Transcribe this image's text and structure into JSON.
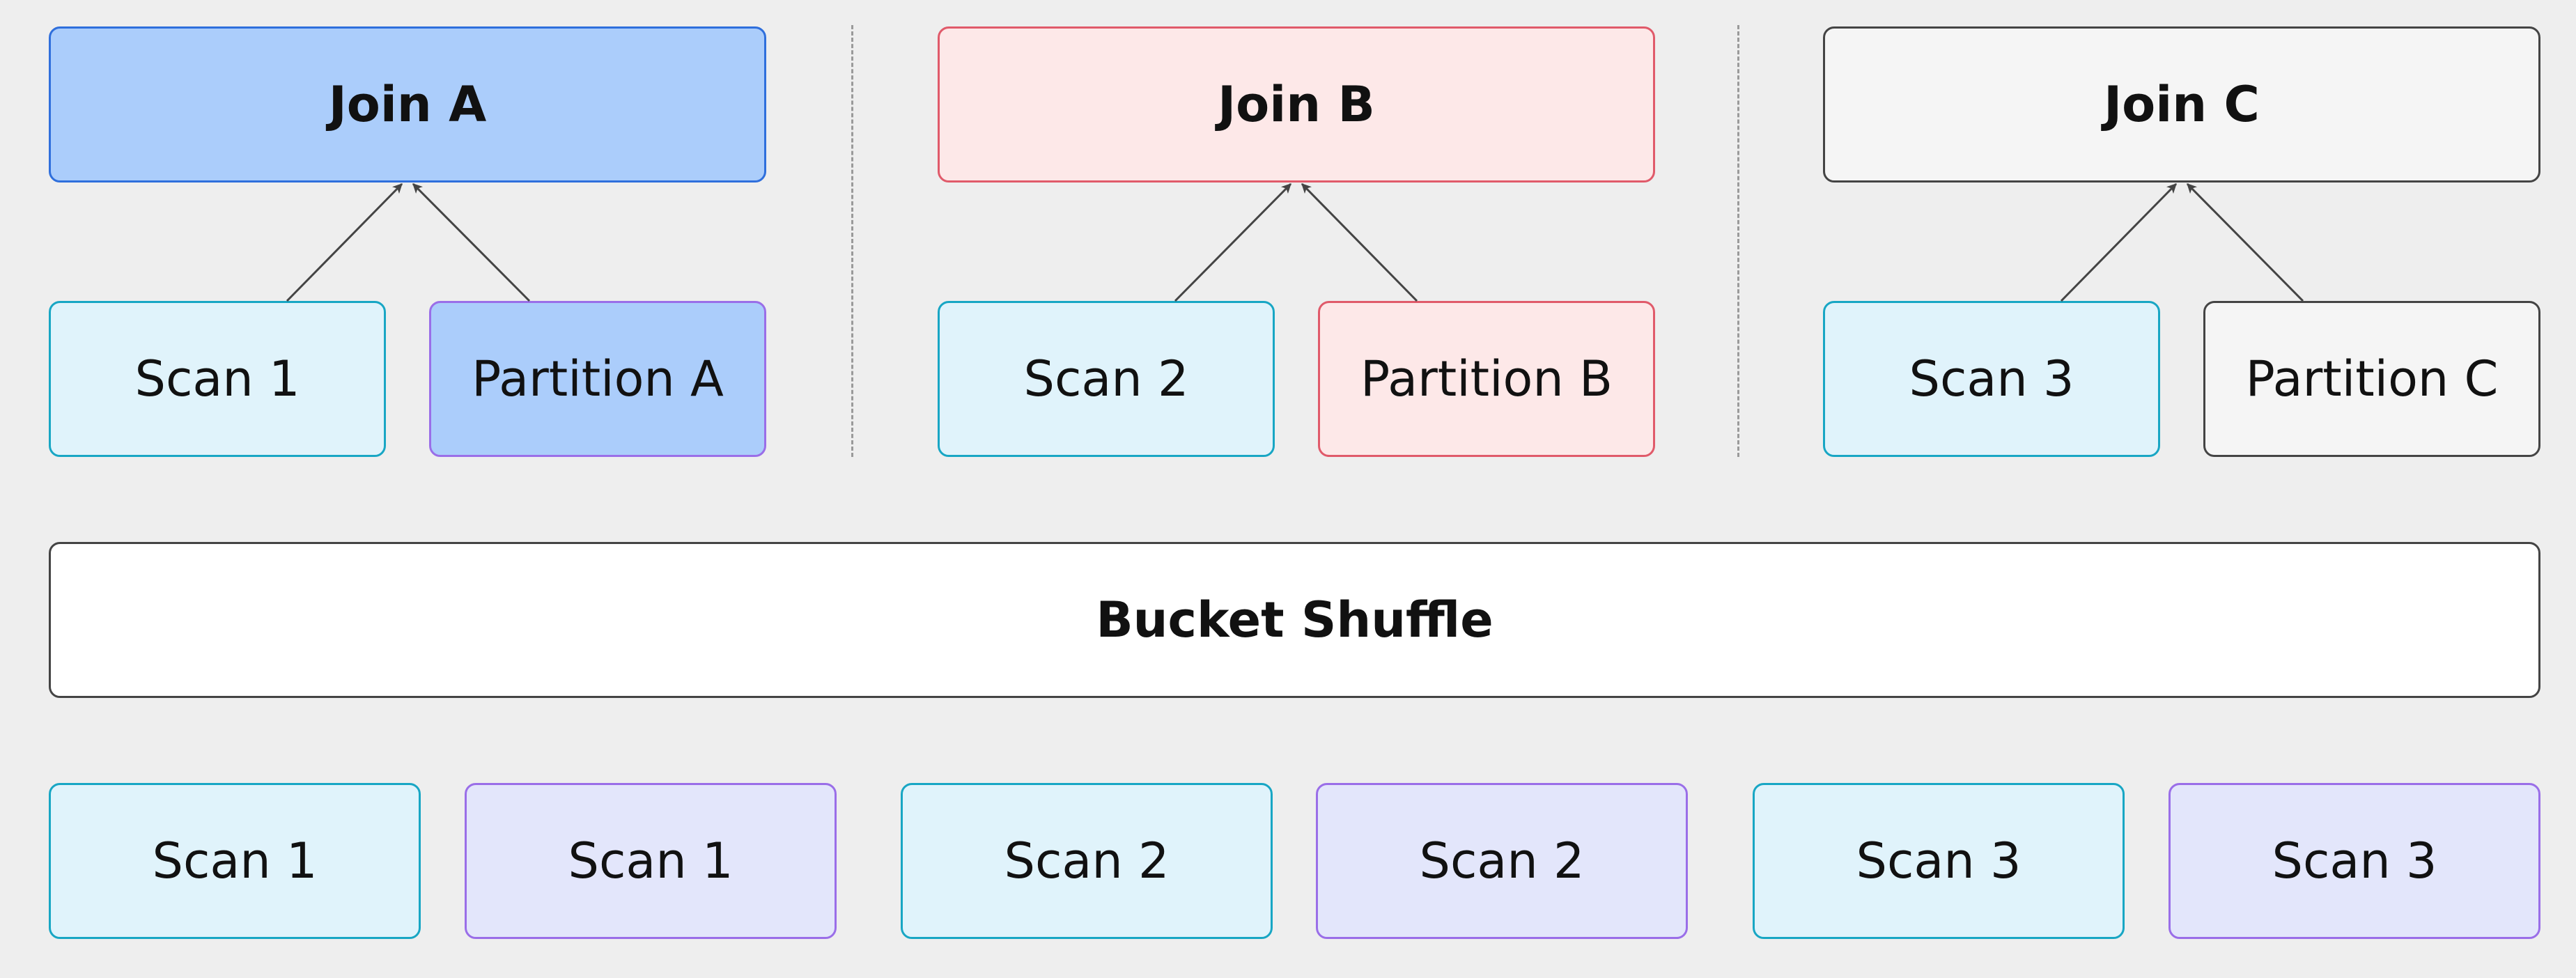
{
  "groups": [
    {
      "join": "Join A",
      "scan": "Scan 1",
      "partition": "Partition A"
    },
    {
      "join": "Join B",
      "scan": "Scan 2",
      "partition": "Partition B"
    },
    {
      "join": "Join C",
      "scan": "Scan 3",
      "partition": "Partition C"
    }
  ],
  "shuffle": {
    "label": "Bucket Shuffle"
  },
  "bottom_scans": [
    "Scan 1",
    "Scan 1",
    "Scan 2",
    "Scan 2",
    "Scan 3",
    "Scan 3"
  ],
  "colors": {
    "background": "#eeeeee",
    "group_a_fill": "#abcdfb",
    "group_b_fill": "#fde8e8",
    "group_c_fill": "#f5f5f5",
    "scan_fill": "#e0f3fb",
    "bottom_alt_fill": "#e3e6fb",
    "arrow": "#444444"
  }
}
